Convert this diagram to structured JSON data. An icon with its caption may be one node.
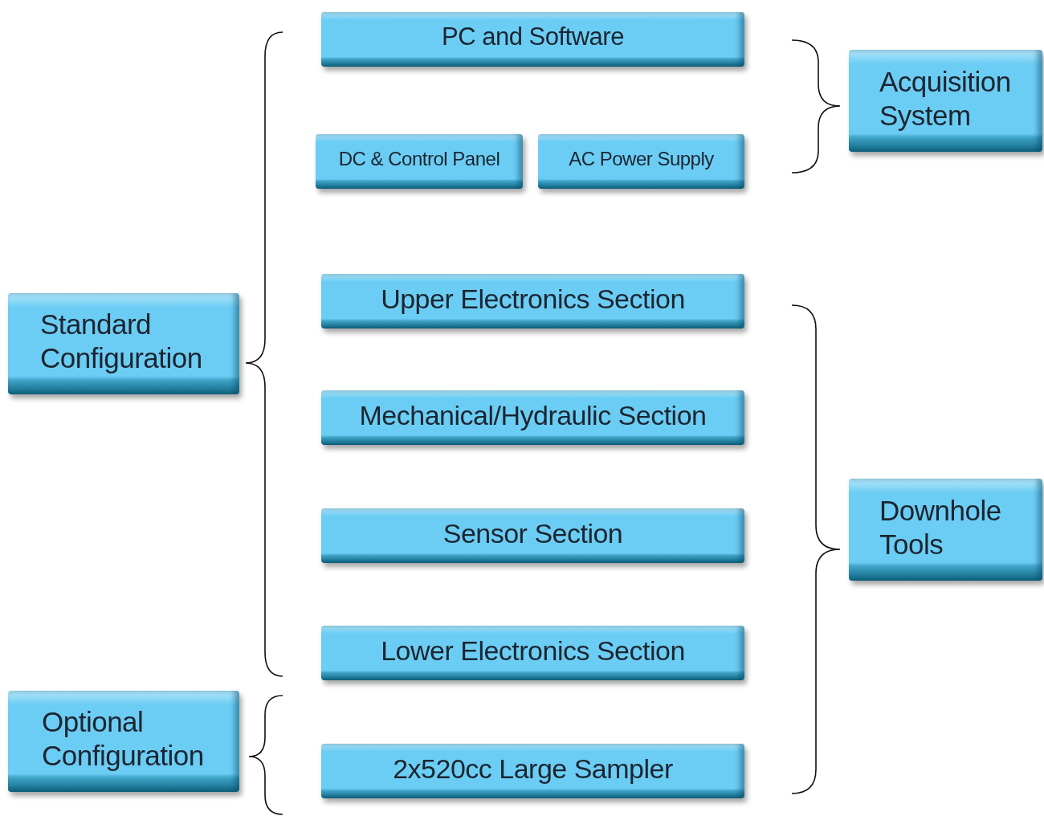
{
  "diagram": {
    "nodes": [
      {
        "text": [
          "PC and Software"
        ]
      },
      {
        "text": [
          "DC & Control Panel"
        ]
      },
      {
        "text": [
          "AC Power Supply"
        ]
      },
      {
        "text": [
          "Acquisition System"
        ]
      },
      {
        "text": [
          "Standard Configuration"
        ]
      },
      {
        "text": [
          "Upper Electronics Section"
        ]
      },
      {
        "text": [
          "Mechanical/Hydraulic Section"
        ]
      },
      {
        "text": [
          "Sensor Section"
        ]
      },
      {
        "text": [
          "Lower Electronics Section"
        ]
      },
      {
        "text": [
          "Optional Configuration"
        ]
      },
      {
        "text": [
          "2x520cc Large Sampler"
        ]
      },
      {
        "text": [
          "Downhole Tools"
        ]
      }
    ]
  }
}
